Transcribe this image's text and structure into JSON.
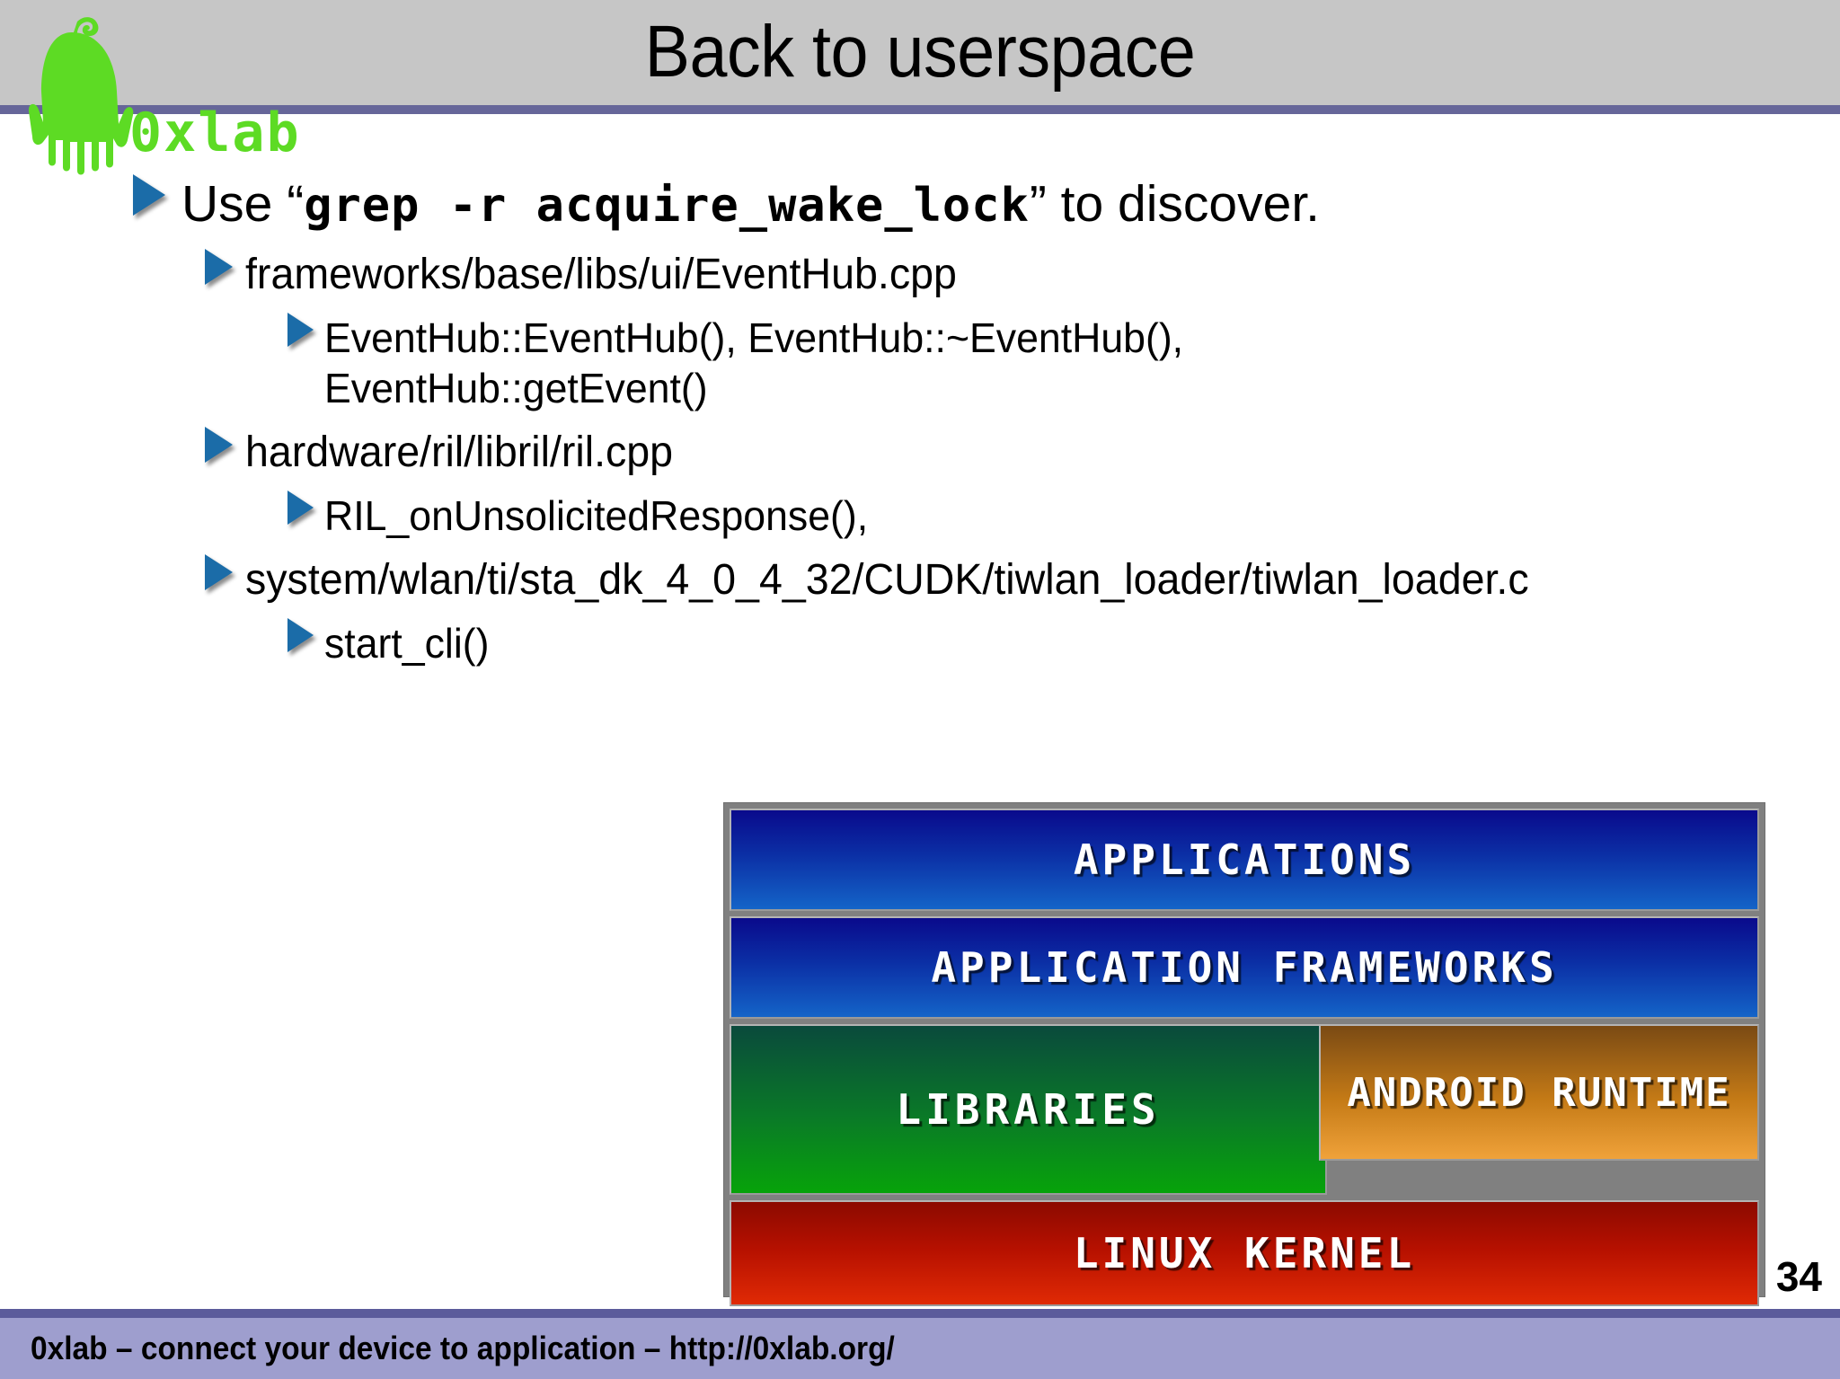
{
  "header": {
    "title": "Back to userspace",
    "band_color": "#c6c6c6",
    "rule_color": "#666699"
  },
  "logo": {
    "wordmark": "0xlab",
    "mark_name": "0xlab-alien-mascot",
    "color": "#5ddb24"
  },
  "content": {
    "bullets": [
      {
        "level": 1,
        "prefix": "Use “",
        "code": "grep -r acquire_wake_lock",
        "suffix": "” to discover."
      },
      {
        "level": 2,
        "text": "frameworks/base/libs/ui/EventHub.cpp"
      },
      {
        "level": 3,
        "line1": "EventHub::EventHub(), EventHub::~EventHub(),",
        "line2": "EventHub::getEvent()"
      },
      {
        "level": 2,
        "text": "hardware/ril/libril/ril.cpp"
      },
      {
        "level": 3,
        "line1": "RIL_onUnsolicitedResponse(),"
      },
      {
        "level": 2,
        "text": "system/wlan/ti/sta_dk_4_0_4_32/CUDK/tiwlan_loader/tiwlan_loader.c"
      },
      {
        "level": 3,
        "line1": "start_cli()"
      }
    ]
  },
  "diagram": {
    "name": "android-architecture-stack",
    "layers": [
      {
        "label": "APPLICATIONS",
        "color": "#0b2fa5"
      },
      {
        "label": "APPLICATION FRAMEWORKS",
        "color": "#0b2fa5"
      },
      {
        "label": "LIBRARIES",
        "color": "#0a7a27"
      },
      {
        "label": "ANDROID RUNTIME",
        "color": "#c47a16"
      },
      {
        "label": "LINUX KERNEL",
        "color": "#b51000"
      }
    ],
    "frame_color": "#808080"
  },
  "page_number": "34",
  "footer": {
    "text": "0xlab – connect your device to application – http://0xlab.org/",
    "band_color": "#9e9ece",
    "rule_color": "#5b5b9b"
  }
}
